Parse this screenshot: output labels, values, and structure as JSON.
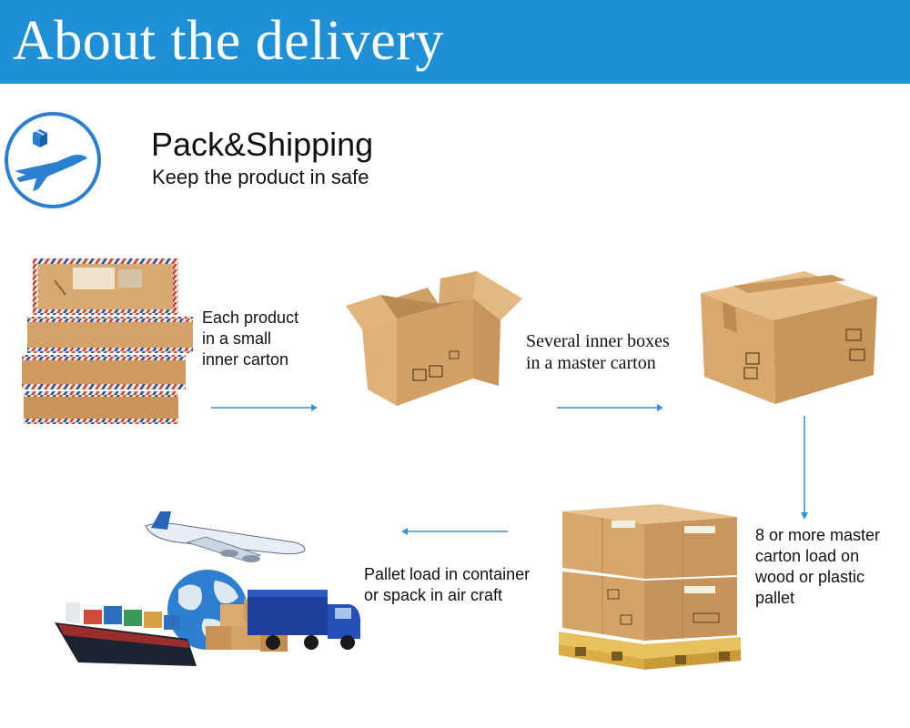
{
  "banner": {
    "title": "About the delivery"
  },
  "section": {
    "title": "Pack&Shipping",
    "subtitle": "Keep the product in safe",
    "icon": "plane-and-package-icon"
  },
  "steps": {
    "step1": "Each product\nin a small\ninner carton",
    "step2": "Several inner boxes\nin a master carton",
    "step3": "8 or more master\ncarton load on\nwood  or plastic\npallet",
    "step4": "Pallet load in container\nor spack in air craft"
  },
  "colors": {
    "banner": "#1f8fd6",
    "accent": "#2b7fd0",
    "carton": "#d7a96b",
    "arrow": "#3a8fd6"
  }
}
